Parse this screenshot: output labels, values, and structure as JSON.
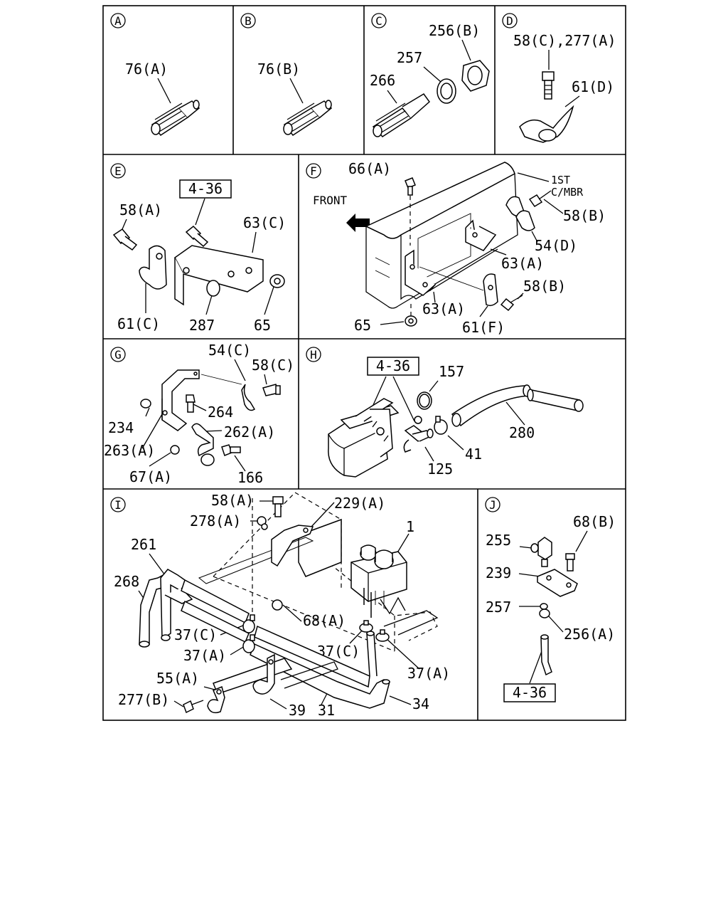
{
  "panels": {
    "A": {
      "letter": "A",
      "labels": [
        "76(A)"
      ]
    },
    "B": {
      "letter": "B",
      "labels": [
        "76(B)"
      ]
    },
    "C": {
      "letter": "C",
      "labels": [
        "256(B)",
        "257",
        "266"
      ]
    },
    "D": {
      "letter": "D",
      "labels": [
        "58(C),277(A)",
        "61(D)"
      ]
    },
    "E": {
      "letter": "E",
      "ref": "4-36",
      "labels": [
        "58(A)",
        "63(C)",
        "61(C)",
        "287",
        "65"
      ]
    },
    "F": {
      "letter": "F",
      "front": "FRONT",
      "mbr1": "1ST",
      "mbr2": "C/MBR",
      "labels": [
        "66(A)",
        "58(B)",
        "54(D)",
        "63(A)",
        "58(B)",
        "63(A)",
        "61(F)",
        "65"
      ]
    },
    "G": {
      "letter": "G",
      "labels": [
        "54(C)",
        "58(C)",
        "264",
        "234",
        "262(A)",
        "263(A)",
        "67(A)",
        "166"
      ]
    },
    "H": {
      "letter": "H",
      "ref": "4-36",
      "labels": [
        "157",
        "280",
        "41",
        "125"
      ]
    },
    "I": {
      "letter": "I",
      "labels": [
        "58(A)",
        "229(A)",
        "278(A)",
        "1",
        "261",
        "268",
        "68(A)",
        "37(C)",
        "37(A)",
        "37(C)",
        "37(A)",
        "55(A)",
        "277(B)",
        "39",
        "31",
        "34"
      ]
    },
    "J": {
      "letter": "J",
      "ref": "4-36",
      "labels": [
        "68(B)",
        "255",
        "239",
        "257",
        "256(A)"
      ]
    }
  }
}
